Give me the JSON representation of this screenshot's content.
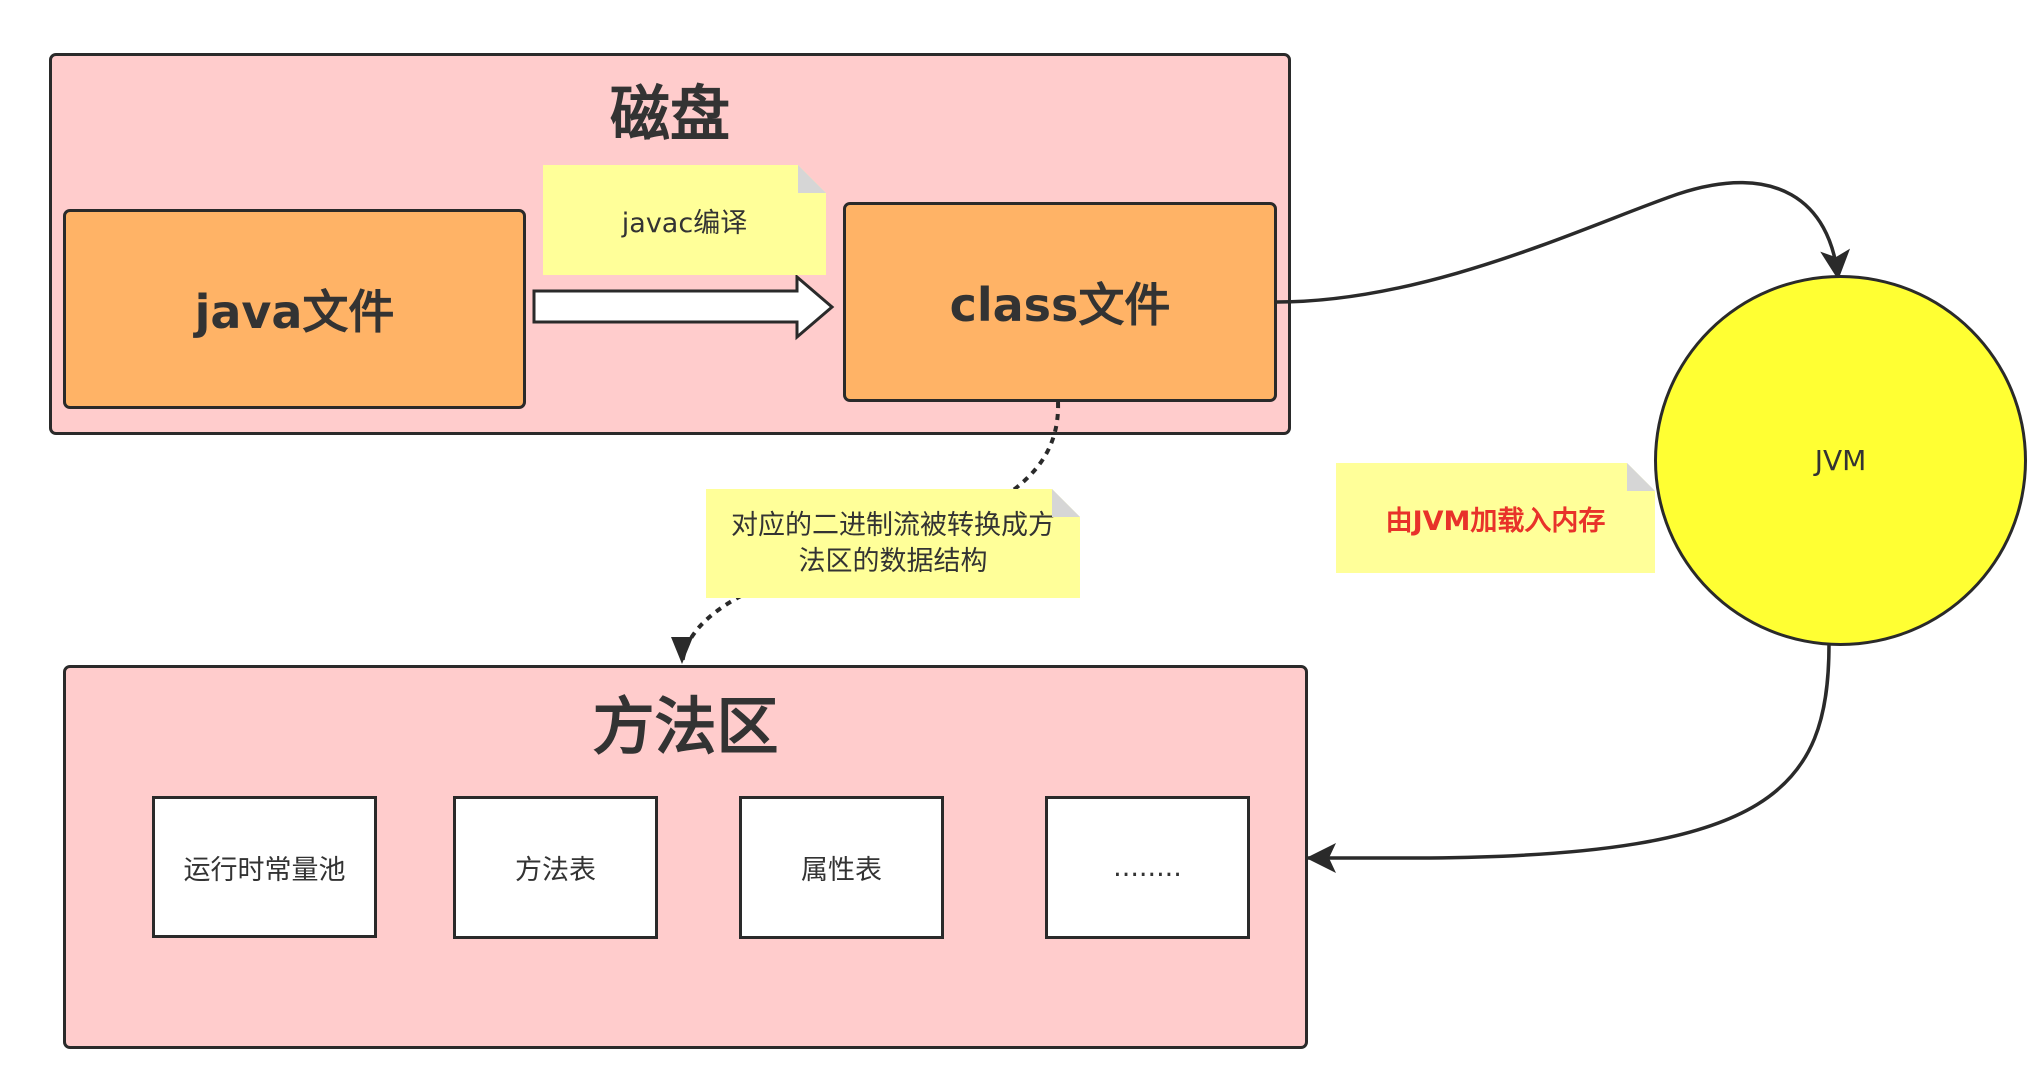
{
  "disk": {
    "title": "磁盘"
  },
  "java_file": {
    "label": "java文件"
  },
  "class_file": {
    "label": "class文件"
  },
  "compile_note": {
    "text": "javac编译"
  },
  "convert_note": {
    "line1": "对应的二进制流被转换成方",
    "line2": "法区的数据结构"
  },
  "load_note": {
    "text": "由JVM加载入内存",
    "color": "#e8322a"
  },
  "jvm": {
    "label": "JVM",
    "fill": "#ffff33"
  },
  "method_area": {
    "title": "方法区",
    "items": [
      {
        "label": "运行时常量池"
      },
      {
        "label": "方法表"
      },
      {
        "label": "属性表"
      },
      {
        "label": "........"
      }
    ]
  },
  "colors": {
    "container_fill": "#ffcccc",
    "file_fill": "#ffb366",
    "note_fill": "#ffff99",
    "stroke": "#2a2a2a"
  }
}
